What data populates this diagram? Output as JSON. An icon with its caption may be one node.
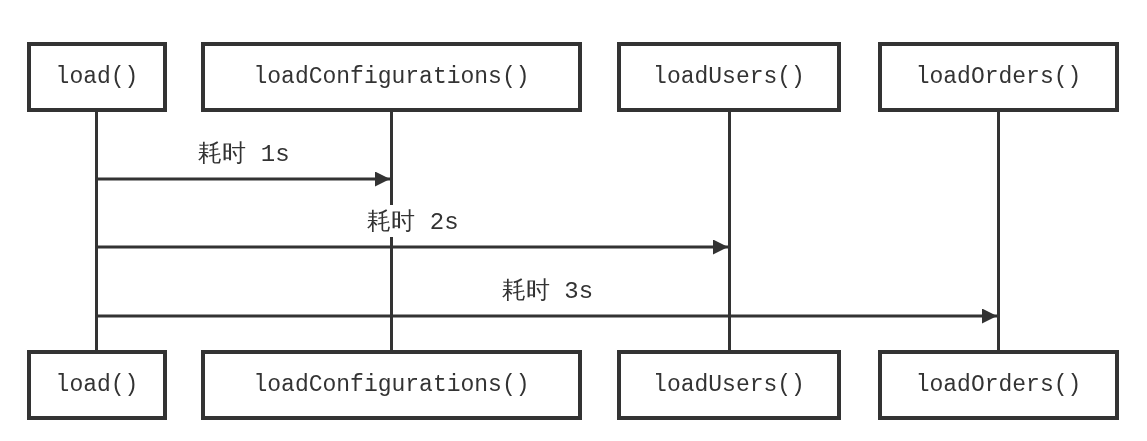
{
  "diagram": {
    "nodes": [
      {
        "text": [
          "load()"
        ]
      },
      {
        "text": [
          "loadConfigurations()"
        ]
      },
      {
        "text": [
          "loadUsers()"
        ]
      },
      {
        "text": [
          "loadOrders()"
        ]
      },
      {
        "text": [],
        "shape": "bar"
      },
      {
        "text": [],
        "shape": "bar"
      },
      {
        "text": [],
        "shape": "bar"
      },
      {
        "text": [],
        "shape": "bar"
      },
      {
        "text": [
          "load()"
        ]
      },
      {
        "text": [
          "loadConfigurations()"
        ]
      },
      {
        "text": [
          "loadUsers()"
        ]
      },
      {
        "text": [
          "loadOrders()"
        ]
      }
    ],
    "edges": [
      {
        "from": 4,
        "to": 5,
        "arrow": "to",
        "label": "耗时 1s"
      },
      {
        "from": 4,
        "to": 6,
        "arrow": "to",
        "label": "耗时 2s"
      },
      {
        "from": 4,
        "to": 7,
        "arrow": "to",
        "label": "耗时 3s"
      }
    ]
  }
}
